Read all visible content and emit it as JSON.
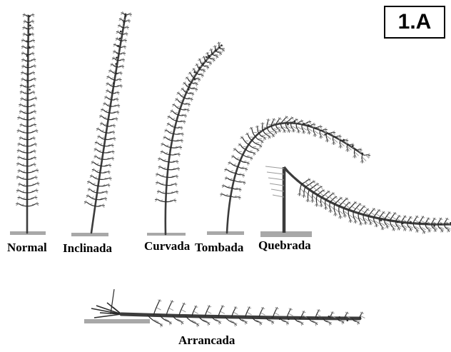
{
  "panel": {
    "label": "1.A"
  },
  "plants": [
    {
      "label": "Normal"
    },
    {
      "label": "Inclinada"
    },
    {
      "label": "Curvada"
    },
    {
      "label": "Tombada"
    },
    {
      "label": "Quebrada"
    },
    {
      "label": "Arrancada"
    }
  ],
  "colors": {
    "stem": "#3c3c3c",
    "foliage": "#2a2a2a",
    "foliage_light": "#9a9a9a",
    "ground": "#a8a8a8"
  },
  "icons": {
    "plant": "plant-silhouette-icon",
    "ground": "ground-soil-icon"
  }
}
